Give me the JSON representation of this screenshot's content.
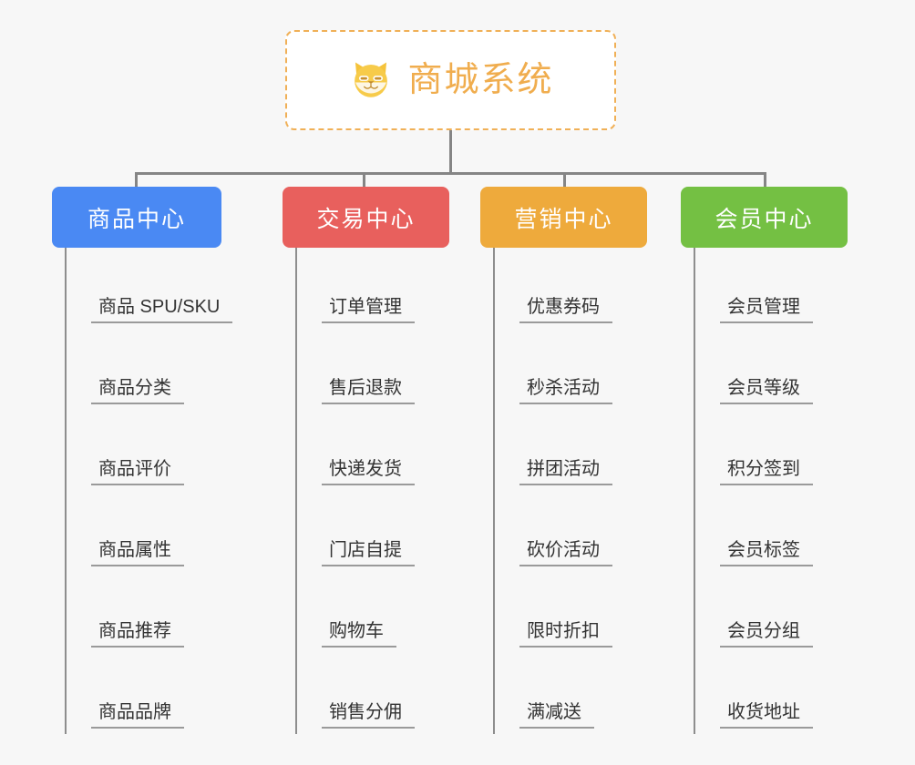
{
  "page": {
    "title": "商城系统",
    "background_color": "#f7f7f7",
    "root_title_color": "#f0ad4e",
    "root_border_color": "#f0b057",
    "connector_color": "#858585",
    "icon": "shiba-dog-icon"
  },
  "columns": [
    {
      "name": "product-center",
      "label": "商品中心",
      "color": "#4a89f3",
      "items": [
        "商品 SPU/SKU",
        "商品分类",
        "商品评价",
        "商品属性",
        "商品推荐",
        "商品品牌"
      ]
    },
    {
      "name": "trade-center",
      "label": "交易中心",
      "color": "#e8605d",
      "items": [
        "订单管理",
        "售后退款",
        "快递发货",
        "门店自提",
        "购物车",
        "销售分佣"
      ]
    },
    {
      "name": "marketing-center",
      "label": "营销中心",
      "color": "#eeaa3c",
      "items": [
        "优惠券码",
        "秒杀活动",
        "拼团活动",
        "砍价活动",
        "限时折扣",
        "满减送"
      ]
    },
    {
      "name": "member-center",
      "label": "会员中心",
      "color": "#74c043",
      "items": [
        "会员管理",
        "会员等级",
        "积分签到",
        "会员标签",
        "会员分组",
        "收货地址"
      ]
    }
  ]
}
